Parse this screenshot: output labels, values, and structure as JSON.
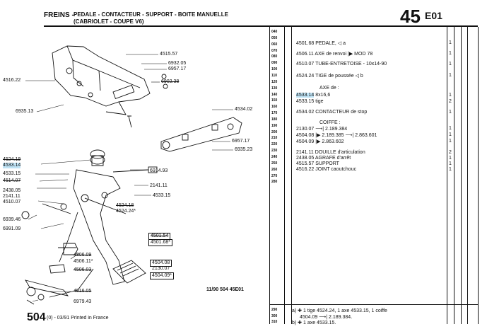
{
  "header": {
    "section": "FREINS -",
    "title_line1": "PEDALE - CONTACTEUR - SUPPORT - BOITE MANUELLE",
    "title_line2": "(CABRIOLET - COUPE V6)",
    "page_number": "45",
    "page_code": "E01"
  },
  "line_numbers": [
    "040",
    "050",
    "060",
    "070",
    "080",
    "090",
    "100",
    "110",
    "120",
    "130",
    "140",
    "150",
    "160",
    "170",
    "180",
    "190",
    "200",
    "210",
    "220",
    "230",
    "240",
    "250",
    "260",
    "270",
    "280"
  ],
  "parts_rows": [
    {
      "text": "4501.68 PEDALE, ◁ a",
      "qty": "1"
    },
    {
      "text": "4506.11 AXE de renvoi |▶ MOD 78",
      "qty": "1"
    },
    {
      "text": "4510.07 TUBE-ENTRETOISE - 10x14-90",
      "qty": "1"
    },
    {
      "text": "4524.24 TIGE de poussée ◁ b",
      "qty": "1"
    },
    {
      "text": "AXE de :",
      "qty": ""
    },
    {
      "text": "4533.14  8x16,6",
      "qty": "1"
    },
    {
      "text": "4533.15  tige",
      "qty": "2"
    },
    {
      "text": "4534.02 CONTACTEUR de stop",
      "qty": "1"
    },
    {
      "text": "COIFFE :",
      "qty": ""
    },
    {
      "text": "2130.07    ⟶| 2.189.384",
      "qty": "1"
    },
    {
      "text": "4504.08 |▶ 2.189.385 ⟶| 2.863.601",
      "qty": "1"
    },
    {
      "text": "4504.09 |▶ 2.863.602",
      "qty": "1"
    },
    {
      "text": "2141.11 DOUILLE d'articulation",
      "qty": "2"
    },
    {
      "text": "2438.05 AGRAFE d'arrêt",
      "qty": "1"
    },
    {
      "text": "4515.57 SUPPORT",
      "qty": "1"
    },
    {
      "text": "4516.22 JOINT caoutchouc",
      "qty": "1"
    }
  ],
  "footnote_line_numbers": [
    "290",
    "300",
    "310"
  ],
  "footnotes": [
    "a) ✚ 1 tige 4524.24, 1 axe 4533.15, 1 coiffe",
    "4504.09 ⟶| 2.189.384.",
    "b) ✚ 1 axe 4533.15."
  ],
  "diagram_labels": [
    "4515.57",
    "6932.05",
    "6957.17",
    "6902.38",
    "4516.22",
    "6935.13",
    "4534.02",
    "6957.17",
    "6935.23",
    "4524.19",
    "4533.14",
    "4533.15",
    "4514.07",
    "2438.05",
    "2141.11",
    "4510.07",
    "6939.46",
    "6991.09",
    "6914.93",
    "2141.11",
    "4533.15",
    "4524.18",
    "4524.24*",
    "4501.54",
    "4501.68*",
    "4506.09",
    "4506.11*",
    "4506.03",
    "4504.08",
    "2130.07",
    "4504.09*",
    "4516.05",
    "6979.43"
  ],
  "footer": {
    "code": "11/90  504  45E01",
    "page": "504",
    "sub": "(0) - 03/91 Printed in France"
  }
}
